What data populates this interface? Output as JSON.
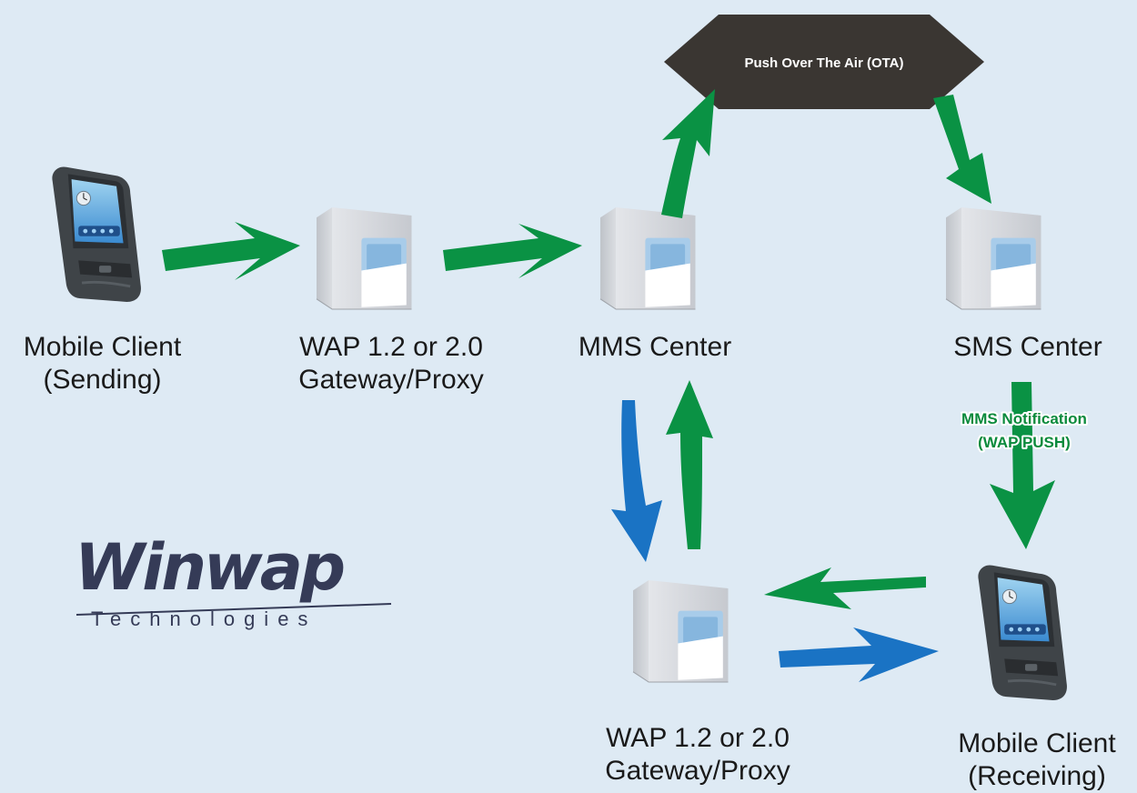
{
  "nodes": {
    "sender": {
      "line1": "Mobile Client",
      "line2": "(Sending)"
    },
    "gateway_top": {
      "line1": "WAP 1.2 or 2.0",
      "line2": "Gateway/Proxy"
    },
    "mms_center": {
      "line1": "MMS Center"
    },
    "sms_center": {
      "line1": "SMS Center"
    },
    "gateway_bottom": {
      "line1": "WAP 1.2 or 2.0",
      "line2": "Gateway/Proxy"
    },
    "receiver": {
      "line1": "Mobile Client",
      "line2": "(Receiving)"
    }
  },
  "ota": {
    "label": "Push Over The Air (OTA)"
  },
  "notification": {
    "line1": "MMS Notification",
    "line2": "(WAP PUSH)"
  },
  "logo": {
    "word": "Winwap",
    "sub": "Technologies"
  },
  "colors": {
    "background": "#deeaf4",
    "arrow_green": "#0a9244",
    "arrow_blue": "#1a73c4",
    "hexagon": "#3a3632",
    "logo": "#353b57"
  }
}
